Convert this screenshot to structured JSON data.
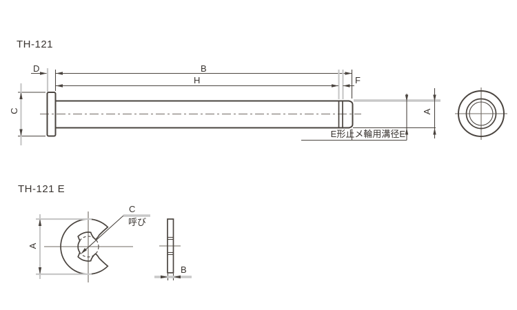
{
  "colors": {
    "line_dark": "#4a443f",
    "line_light": "#c8c8c8",
    "text_dark": "#38332f",
    "background": "#ffffff"
  },
  "pin_drawing": {
    "title": "TH-121",
    "labels": {
      "head_thickness": "D",
      "overall_length": "B",
      "length_to_groove": "H",
      "groove_width": "F",
      "head_diameter": "C",
      "shaft_diameter": "A",
      "groove_note": "E形止メ輪用溝径E"
    }
  },
  "ring_drawing": {
    "title": "TH-121 E",
    "labels": {
      "outer_diameter": "A",
      "nominal_diameter": "C",
      "nominal_caption": "呼び",
      "thickness": "B"
    }
  }
}
